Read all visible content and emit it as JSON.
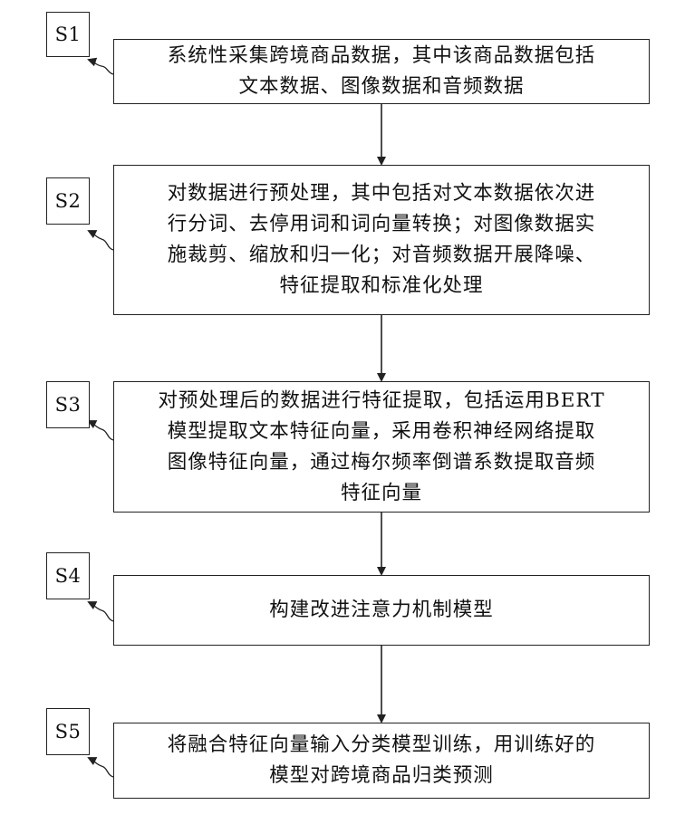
{
  "steps": [
    {
      "label": "S1",
      "text": "系统性采集跨境商品数据，其中该商品数据包括\n文本数据、图像数据和音频数据"
    },
    {
      "label": "S2",
      "text": "对数据进行预处理，其中包括对文本数据依次进\n行分词、去停用词和词向量转换；对图像数据实\n施裁剪、缩放和归一化；对音频数据开展降噪、\n特征提取和标准化处理"
    },
    {
      "label": "S3",
      "text": "对预处理后的数据进行特征提取，包括运用BERT\n模型提取文本特征向量，采用卷积神经网络提取\n图像特征向量，通过梅尔频率倒谱系数提取音频\n特征向量"
    },
    {
      "label": "S4",
      "text": "构建改进注意力机制模型"
    },
    {
      "label": "S5",
      "text": "将融合特征向量输入分类模型训练，用训练好的\n模型对跨境商品归类预测"
    }
  ]
}
